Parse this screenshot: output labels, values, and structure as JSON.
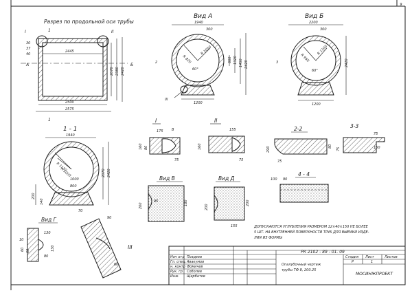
{
  "sheet": {
    "sheet_corner_number": "9",
    "frame_color": "#1a1a1a"
  },
  "section_long": {
    "title": "Разрез по продольной оси трубы",
    "mark_left": "I",
    "mark_right": "II",
    "section_mark_top": "1",
    "section_mark_bottom": "1",
    "axis_a_left": "А",
    "axis_b_right": "Б",
    "dim_inner_length": "2445",
    "dim_length_2500": "2500",
    "dim_total_length": "2575",
    "dim_height_2070": "2070",
    "dim_height_2380": "2380",
    "dim_height_2420": "2420",
    "dim_small_30": "30",
    "dim_small_37": "37",
    "dim_small_40": "40"
  },
  "view_a": {
    "title": "Вид А",
    "dim_top": "1940",
    "dim_top_sub": "300",
    "dim_right_1": "660",
    "dim_right_2": "1320",
    "dim_right_3": "1450",
    "dim_right_4": "2420",
    "dim_bottom": "1200",
    "radius_1": "R 1050",
    "radius_2": "R 820",
    "angle": "60°",
    "callout": "III",
    "axis_mark": "2"
  },
  "view_b": {
    "title": "Вид Б",
    "dim_top": "2200",
    "dim_top_sub": "300",
    "dim_right": "2420",
    "dim_bottom": "1200",
    "radius_1": "R 1100",
    "radius_2": "R 950",
    "angle": "60°",
    "axis_mark": "3"
  },
  "section_11": {
    "title": "1 - 1",
    "dim_top": "1940",
    "dim_right_1": "2070",
    "dim_right_2": "2420",
    "dim_left_1": "200",
    "dim_left_2": "140",
    "radius_1": "R 1150",
    "radius_2": "R 1000",
    "dim_inner_1": "1000",
    "dim_inner_2": "800",
    "dim_bottom_small": "70"
  },
  "details": {
    "det1_title": "I",
    "det1_dims": [
      "175",
      "В",
      "160",
      "80",
      "75"
    ],
    "det2_title": "II",
    "det2_dims": [
      "155",
      "160",
      "75"
    ],
    "det22_title": "2-2",
    "det22_dims": [
      "290",
      "75",
      "80"
    ],
    "det33_title": "3-3",
    "det33_dims": [
      "75",
      "75",
      "150"
    ],
    "detV_title": "Вид В",
    "detV_dims": [
      "95",
      "200",
      "180"
    ],
    "detD_title": "Вид Д",
    "detD_dims": [
      "200",
      "200",
      "155"
    ],
    "det44_title": "4 - 4",
    "det44_dims": [
      "100",
      "90"
    ],
    "detG_title": "Вид Г",
    "detG_dims": [
      "10",
      "60",
      "60",
      "80",
      "130",
      "130"
    ],
    "detIII_title": "III",
    "detIII_dims": [
      "90",
      "60"
    ]
  },
  "note": {
    "line1": "ДОПУСКАЮТСЯ  УГЛУБЛЕНИЯ  РАЗМЕРОМ  12×40×150  НЕ  БОЛЕЕ",
    "line2": "5 ШТ.  НА  ВНУТРЕННЕЙ  ПОВЕРХНОСТИ  ТРУБ  ДЛЯ  ВЫЕМКИ  ИЗДЕ-",
    "line3": "ЛИЯ  ИЗ  ФОРМЫ"
  },
  "title_block": {
    "doc_code": "РК 2102 - 89 - 01. 09",
    "description_1": "Опалубочный  чертеж",
    "description_2": "трубы  ТФ 8, 200.25",
    "col_stage": "Стадия",
    "col_sheet": "Лист",
    "col_sheets": "Листов",
    "val_stage": "Р",
    "val_sheet": "1",
    "org": "МОСИНЖПРОЕКТ",
    "roles": [
      "Нач отд",
      "Гл. спец.",
      "н. контр",
      "Рук. гр.",
      "Инж."
    ],
    "names": [
      "Поздеев",
      "Авакумов",
      "Фомичев",
      "Соболев",
      "Щербатов"
    ]
  }
}
